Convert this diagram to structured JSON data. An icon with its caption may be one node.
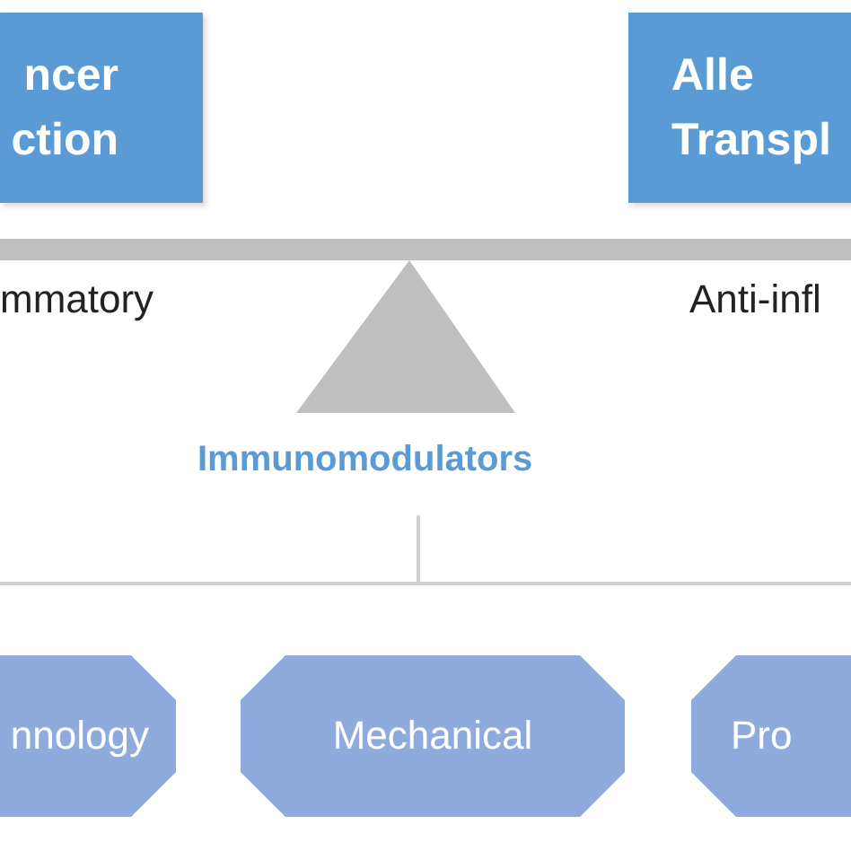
{
  "diagram": {
    "nodes": [
      {
        "text": [
          "ncer ction"
        ]
      },
      {
        "text": [
          "Alle Transpl"
        ]
      },
      {
        "text": [
          "nnology"
        ]
      },
      {
        "text": [
          "Mechanical"
        ]
      },
      {
        "text": [
          "Pro"
        ]
      }
    ],
    "labels": [
      "mmatory",
      "Anti-infl",
      "Immunomodulators"
    ]
  }
}
